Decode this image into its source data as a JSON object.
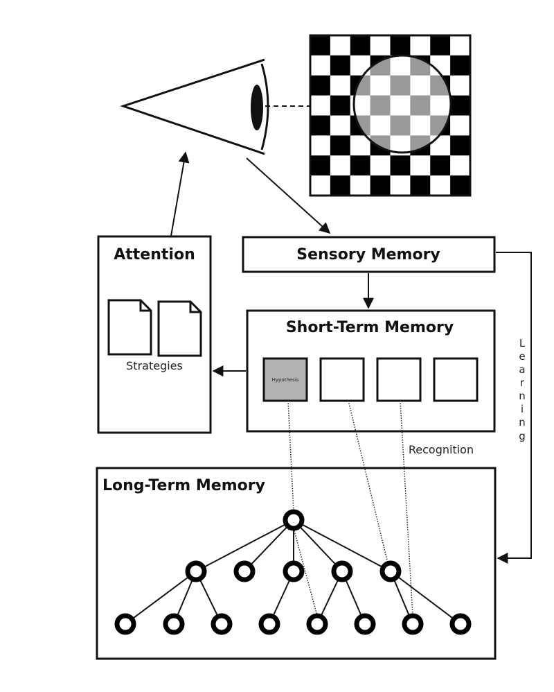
{
  "labels": {
    "attention": "Attention",
    "sensory_memory": "Sensory Memory",
    "short_term_memory": "Short-Term Memory",
    "long_term_memory": "Long-Term Memory",
    "strategies": "Strategies",
    "hypothesis": "Hypothesis",
    "recognition": "Recognition",
    "learning": [
      "L",
      "e",
      "a",
      "r",
      "n",
      "i",
      "n",
      "g"
    ]
  },
  "colors": {
    "stroke": "#111111",
    "hypothesis_fill": "#b3b3b3",
    "checker_dark": "#000000",
    "checker_light": "#ffffff",
    "lens_dark": "#999999",
    "lens_light": "#ffffff"
  },
  "icons": {
    "eye": "eye-icon",
    "checkerboard": "checkerboard-icon",
    "strategy_docs": "document-icon"
  }
}
